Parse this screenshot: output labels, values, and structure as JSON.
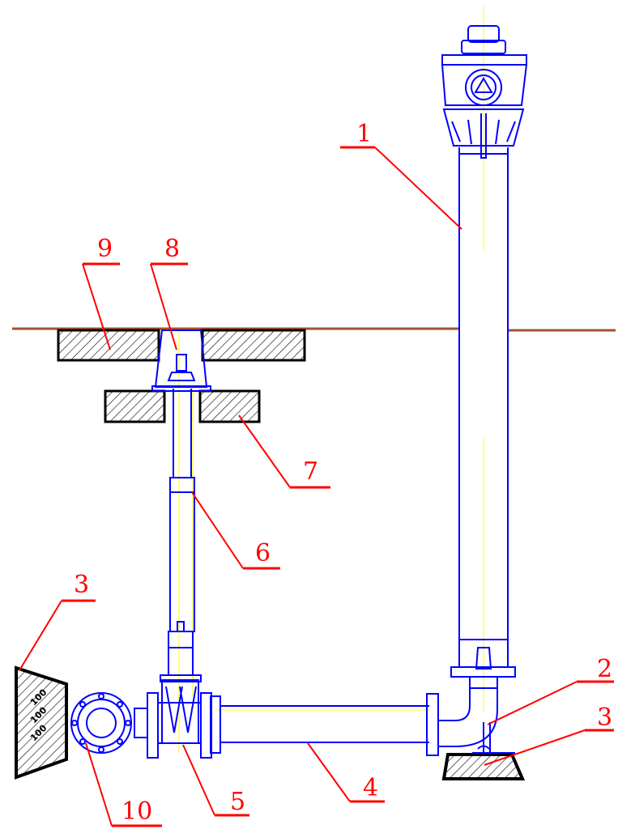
{
  "colors": {
    "pipe": "#0000ff",
    "axis": "#ffff00",
    "ground": "#a0522d",
    "callout": "#ff0000",
    "hatch": "#000000"
  },
  "callouts": [
    {
      "id": "c1",
      "label": "1"
    },
    {
      "id": "c2",
      "label": "2"
    },
    {
      "id": "c3a",
      "label": "3"
    },
    {
      "id": "c3b",
      "label": "3"
    },
    {
      "id": "c4",
      "label": "4"
    },
    {
      "id": "c5",
      "label": "5"
    },
    {
      "id": "c6",
      "label": "6"
    },
    {
      "id": "c7",
      "label": "7"
    },
    {
      "id": "c8",
      "label": "8"
    },
    {
      "id": "c9",
      "label": "9"
    },
    {
      "id": "c10",
      "label": "10"
    }
  ],
  "support_block": {
    "labels": [
      "100",
      "100",
      "100"
    ]
  }
}
